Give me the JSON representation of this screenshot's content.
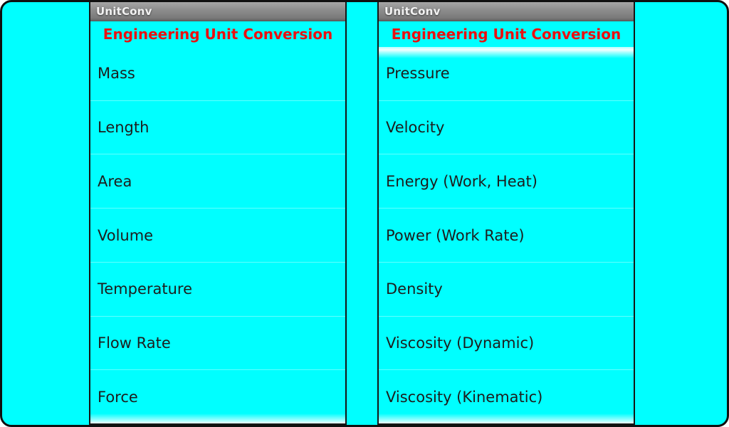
{
  "colors": {
    "background_cyan": "#00ffff",
    "header_red": "#ea1010",
    "titlebar_gray": "#8e8e8e",
    "item_text": "#1d1d1d",
    "frame_black": "#101010"
  },
  "panels": [
    {
      "title": "UnitConv",
      "header": "Engineering Unit Conversion",
      "items": [
        "Mass",
        "Length",
        "Area",
        "Volume",
        "Temperature",
        "Flow Rate",
        "Force"
      ]
    },
    {
      "title": "UnitConv",
      "header": "Engineering Unit Conversion",
      "items": [
        "Pressure",
        "Velocity",
        "Energy (Work, Heat)",
        "Power (Work Rate)",
        "Density",
        "Viscosity (Dynamic)",
        "Viscosity (Kinematic)"
      ]
    }
  ]
}
